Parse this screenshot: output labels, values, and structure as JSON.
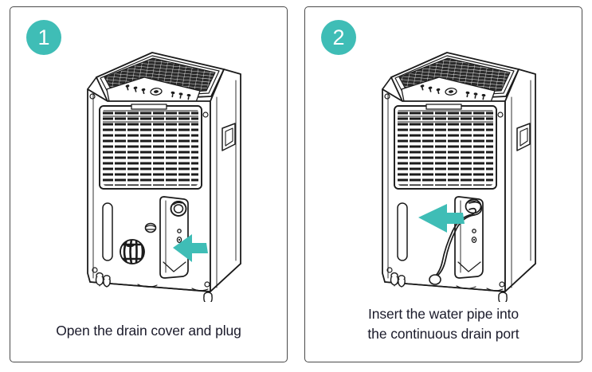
{
  "figure": {
    "type": "instruction-steps",
    "background_color": "#ffffff",
    "accent_color": "#3fbdb6",
    "line_color": "#1b1b1b",
    "border_color": "#4a4a4a",
    "text_color": "#1b1b2b"
  },
  "panels": [
    {
      "id": "panel-1",
      "badge": "1",
      "caption_lines": [
        "Open the drain cover and plug"
      ],
      "illustration": {
        "subject": "dehumidifier",
        "view": "three-quarter-front-left",
        "arrow_direction": "left",
        "arrow_color": "#3fbdb6",
        "highlights": [
          "drain-cover",
          "rubber-plug",
          "continuous-drain-port"
        ]
      }
    },
    {
      "id": "panel-2",
      "badge": "2",
      "caption_lines": [
        "Insert the water pipe into",
        "the continuous drain port"
      ],
      "illustration": {
        "subject": "dehumidifier",
        "view": "three-quarter-front-left",
        "arrow_direction": "left",
        "arrow_color": "#3fbdb6",
        "highlights": [
          "water-pipe",
          "continuous-drain-port"
        ]
      }
    }
  ]
}
